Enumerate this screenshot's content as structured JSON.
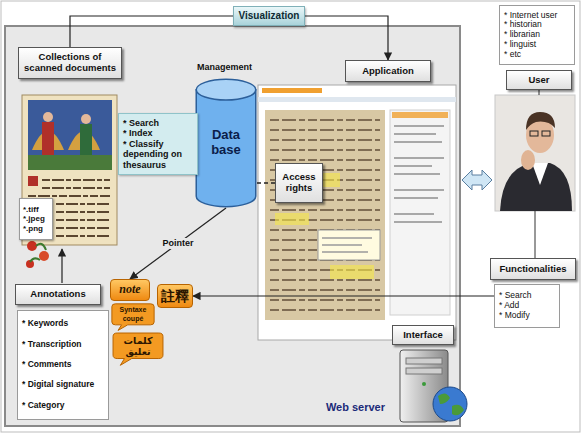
{
  "diagram": {
    "nodes": [
      {
        "text": [
          "Visualization"
        ]
      },
      {
        "text": [
          "Web server"
        ]
      },
      {
        "text": [
          "Collections of scanned documents"
        ],
        "in": 1
      },
      {
        "text": [
          "* Search",
          "* Index",
          "* Classify depending on thesaurus"
        ],
        "in": 1
      },
      {
        "text": [
          "*.tiff",
          "*.jpeg",
          "*.png"
        ],
        "in": 1
      },
      {
        "text": [
          "Data base"
        ],
        "in": 1
      },
      {
        "text": [
          "Access rights"
        ],
        "in": 1
      },
      {
        "text": [
          "Application"
        ],
        "in": 1
      },
      {
        "text": [
          "Interface"
        ],
        "in": 1
      },
      {
        "text": [
          "Annotations"
        ],
        "in": 1
      },
      {
        "text": [
          "* Keywords",
          "* Transcription",
          "* Comments",
          "* Digital signature",
          "* Category"
        ],
        "in": 1
      },
      {
        "text": [
          "note"
        ],
        "in": 1
      },
      {
        "text": [
          "Syntaxe coupé"
        ],
        "in": 1
      },
      {
        "text": [
          "註釋"
        ],
        "in": 1
      },
      {
        "text": [
          "كلمات تعليق"
        ],
        "in": 1
      },
      {
        "text": [
          "* Internet user",
          "* historian",
          "* librarian",
          "* linguist",
          "* etc"
        ]
      },
      {
        "text": [
          "User"
        ]
      },
      {
        "text": [
          "Functionalities"
        ]
      },
      {
        "text": [
          "* Search",
          "* Add",
          "* Modify"
        ]
      }
    ],
    "edges": [
      {
        "from": 0,
        "to": 2,
        "arrow": "none"
      },
      {
        "from": 0,
        "to": 7,
        "arrow": "to"
      },
      {
        "from": 5,
        "to": 6,
        "arrow": "none"
      },
      {
        "from": 5,
        "to": 11,
        "label": "Pointer",
        "arrow": "to"
      },
      {
        "from": 18,
        "to": 13,
        "arrow": "to"
      }
    ],
    "labels": [
      "Management"
    ]
  }
}
